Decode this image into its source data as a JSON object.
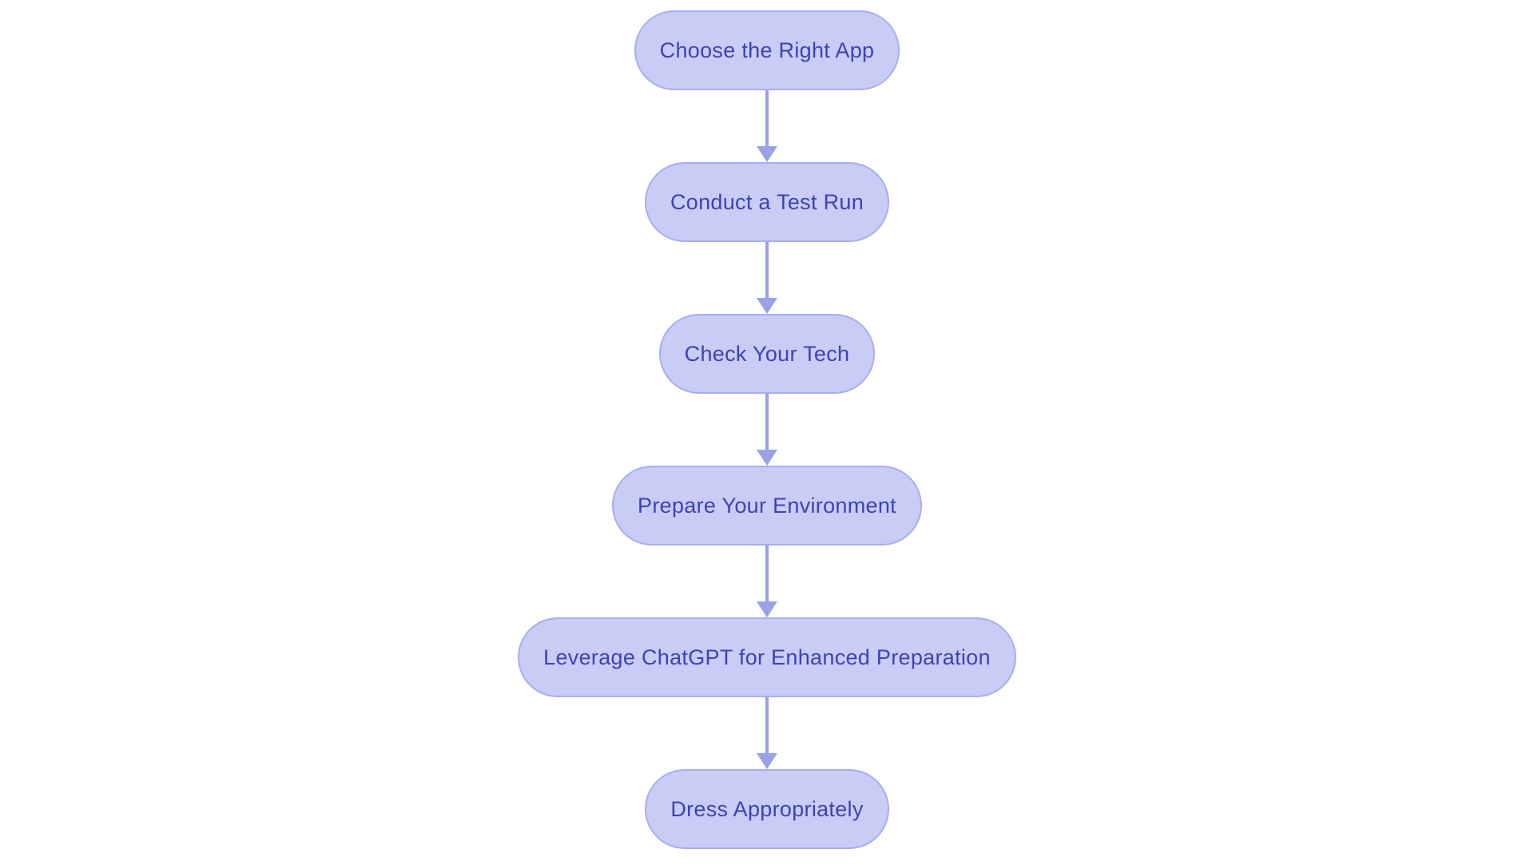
{
  "flowchart": {
    "type": "vertical-flowchart",
    "colors": {
      "background": "#ffffff",
      "node_fill": "#c9ccf5",
      "node_border": "#a7aeef",
      "node_text": "#3d43b3",
      "arrow": "#99a1e8"
    },
    "nodes": [
      {
        "id": 1,
        "label": "Choose the Right App"
      },
      {
        "id": 2,
        "label": "Conduct a Test Run"
      },
      {
        "id": 3,
        "label": "Check Your Tech"
      },
      {
        "id": 4,
        "label": "Prepare Your Environment"
      },
      {
        "id": 5,
        "label": "Leverage ChatGPT for Enhanced Preparation"
      },
      {
        "id": 6,
        "label": "Dress Appropriately"
      }
    ],
    "edges": [
      {
        "from": 1,
        "to": 2
      },
      {
        "from": 2,
        "to": 3
      },
      {
        "from": 3,
        "to": 4
      },
      {
        "from": 4,
        "to": 5
      },
      {
        "from": 5,
        "to": 6
      }
    ]
  }
}
